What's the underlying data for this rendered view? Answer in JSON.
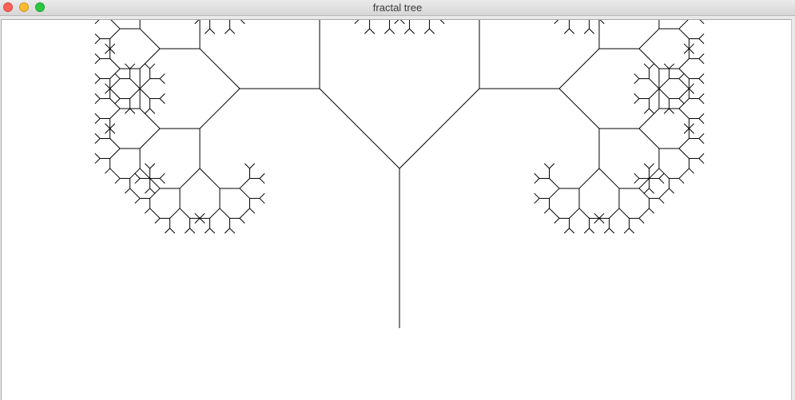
{
  "window": {
    "title": "fractal tree",
    "buttons": {
      "close_color": "#fe5f57",
      "minimize_color": "#febc2e",
      "zoom_color": "#28c840"
    }
  },
  "canvas": {
    "background": "#ffffff",
    "stroke_color": "#000000",
    "tree": {
      "depth": 10,
      "branch_angle_degrees": 45,
      "length_ratio": 0.707
    }
  }
}
